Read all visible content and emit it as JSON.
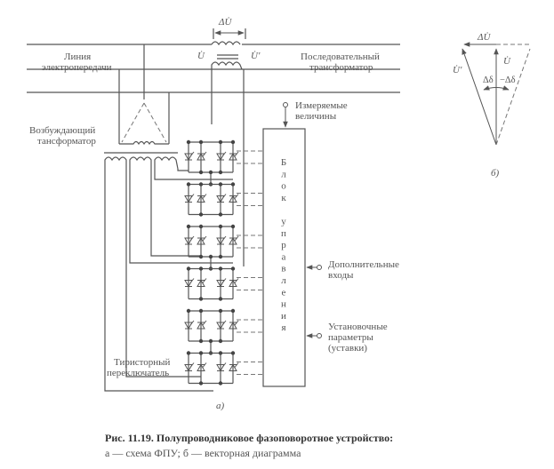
{
  "figure": {
    "caption_title": "Рис. 11.19. Полупроводниковое фазоповоротное устройство:",
    "caption_sub": "а — схема ФПУ; б — векторная диаграмма"
  },
  "schematic": {
    "panel_label": "а)",
    "line_label_1": "Линия",
    "line_label_2": "электропередачи",
    "series_tr_label_1": "Последовательный",
    "series_tr_label_2": "трансформатор",
    "excit_tr_label_1": "Возбуждающий",
    "excit_tr_label_2": "тансформатор",
    "delta_u": "ΔU̇",
    "u_in": "U̇",
    "u_out": "U̇'",
    "measured_1": "Измеряемые",
    "measured_2": "величины",
    "control_block_letters": [
      "Б",
      "л",
      "о",
      "к",
      "",
      "у",
      "п",
      "р",
      "а",
      "в",
      "л",
      "е",
      "н",
      "и",
      "я"
    ],
    "extra_inputs_1": "Дополнительные",
    "extra_inputs_2": "входы",
    "settings_1": "Установочные",
    "settings_2": "параметры",
    "settings_3": "(уставки)",
    "switch_label_1": "Тиристорный",
    "switch_label_2": "переключатель",
    "thyristor_groups": 6
  },
  "vector_diagram": {
    "panel_label": "б)",
    "delta_u": "ΔU̇",
    "u": "U̇",
    "u_prime": "U̇'",
    "delta_delta_pos": "Δδ",
    "delta_delta_neg": "−Δδ"
  }
}
